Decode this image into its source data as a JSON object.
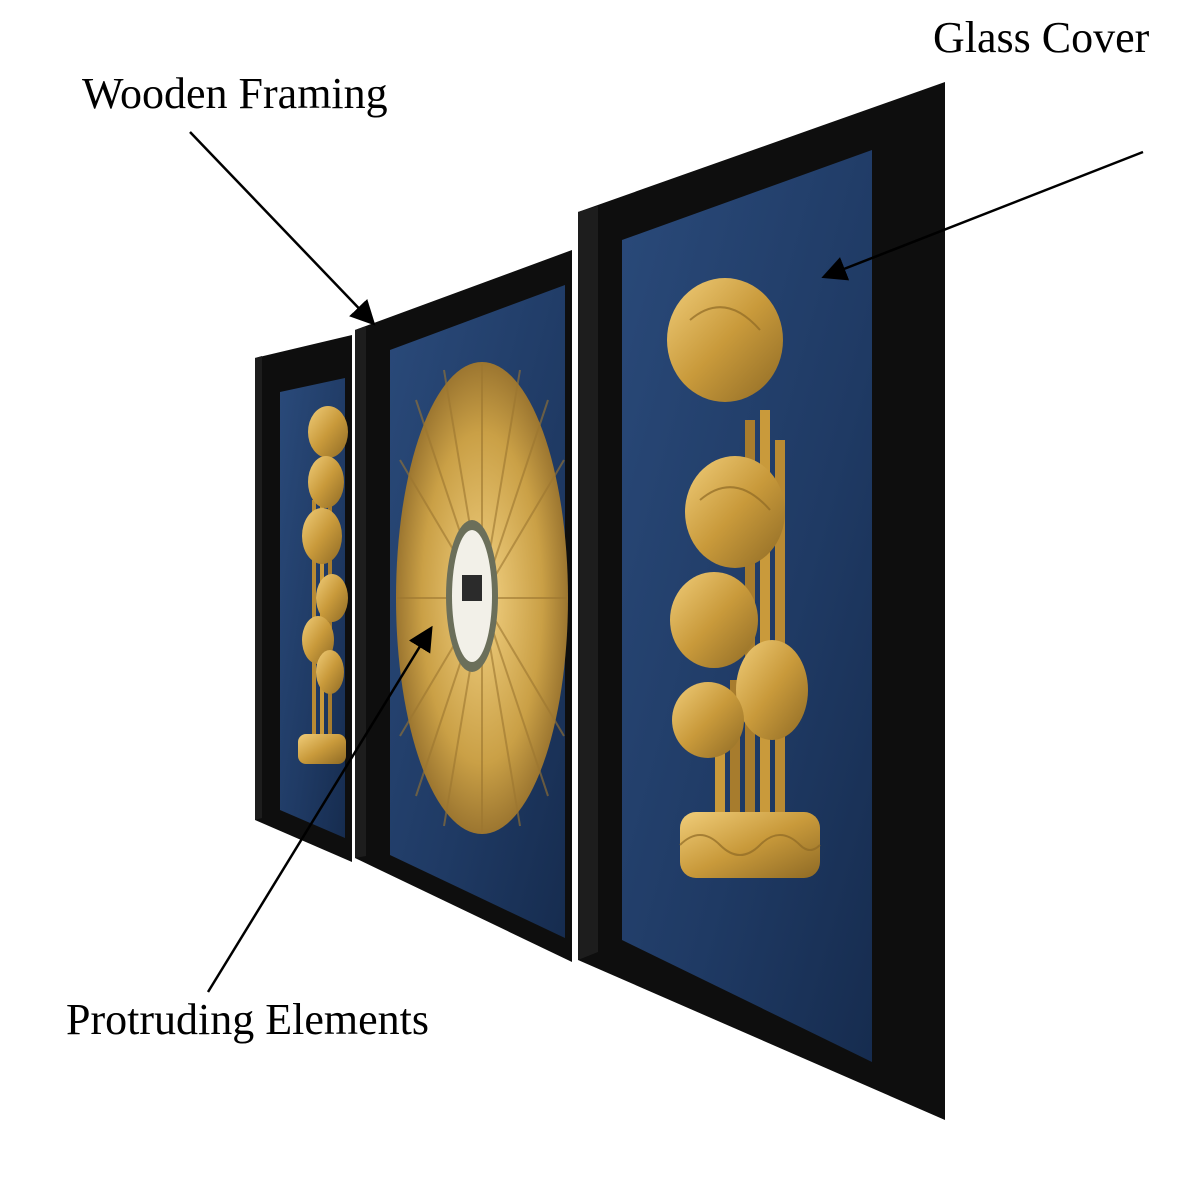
{
  "callouts": {
    "wooden_framing": "Wooden Framing",
    "glass_cover": "Glass Cover",
    "protruding_elements": "Protruding Elements"
  },
  "colors": {
    "frame": "#0e0e0e",
    "frame_edge": "#1d1d1d",
    "backing": "#1f3a64",
    "backing_dark": "#16294a",
    "gold": "#c99a3b",
    "gold_light": "#e6bd63",
    "gold_dark": "#8e6a25",
    "arrow": "#000000"
  },
  "icons": {
    "arrow": "arrow-icon"
  }
}
